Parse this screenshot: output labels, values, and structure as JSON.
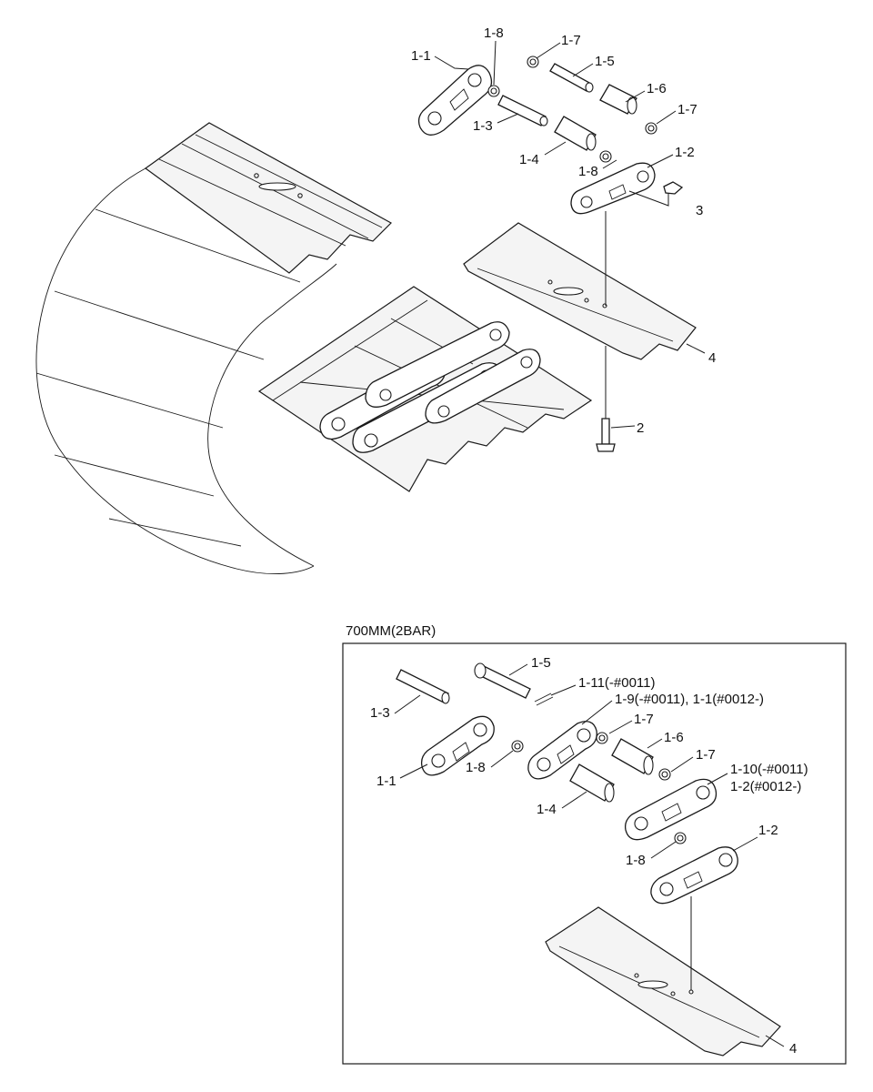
{
  "title": "",
  "callouts_main": {
    "c1_1": "1-1",
    "c1_8_top": "1-8",
    "c1_7_top": "1-7",
    "c1_5": "1-5",
    "c1_6": "1-6",
    "c1_7_right": "1-7",
    "c1_3": "1-3",
    "c1_4": "1-4",
    "c1_8_mid": "1-8",
    "c1_2": "1-2",
    "c3": "3",
    "c4": "4",
    "c2": "2"
  },
  "inset": {
    "title": "700MM(2BAR)",
    "c1_5": "1-5",
    "c1_11": "1-11(-#0011)",
    "c1_9": "1-9(-#0011), 1-1(#0012-)",
    "c1_3": "1-3",
    "c1_7_a": "1-7",
    "c1_6": "1-6",
    "c1_7_b": "1-7",
    "c1_10": "1-10(-#0011)",
    "c1_2_alt": "1-2(#0012-)",
    "c1_1": "1-1",
    "c1_8_a": "1-8",
    "c1_4": "1-4",
    "c1_8_b": "1-8",
    "c1_2": "1-2",
    "c4": "4"
  }
}
